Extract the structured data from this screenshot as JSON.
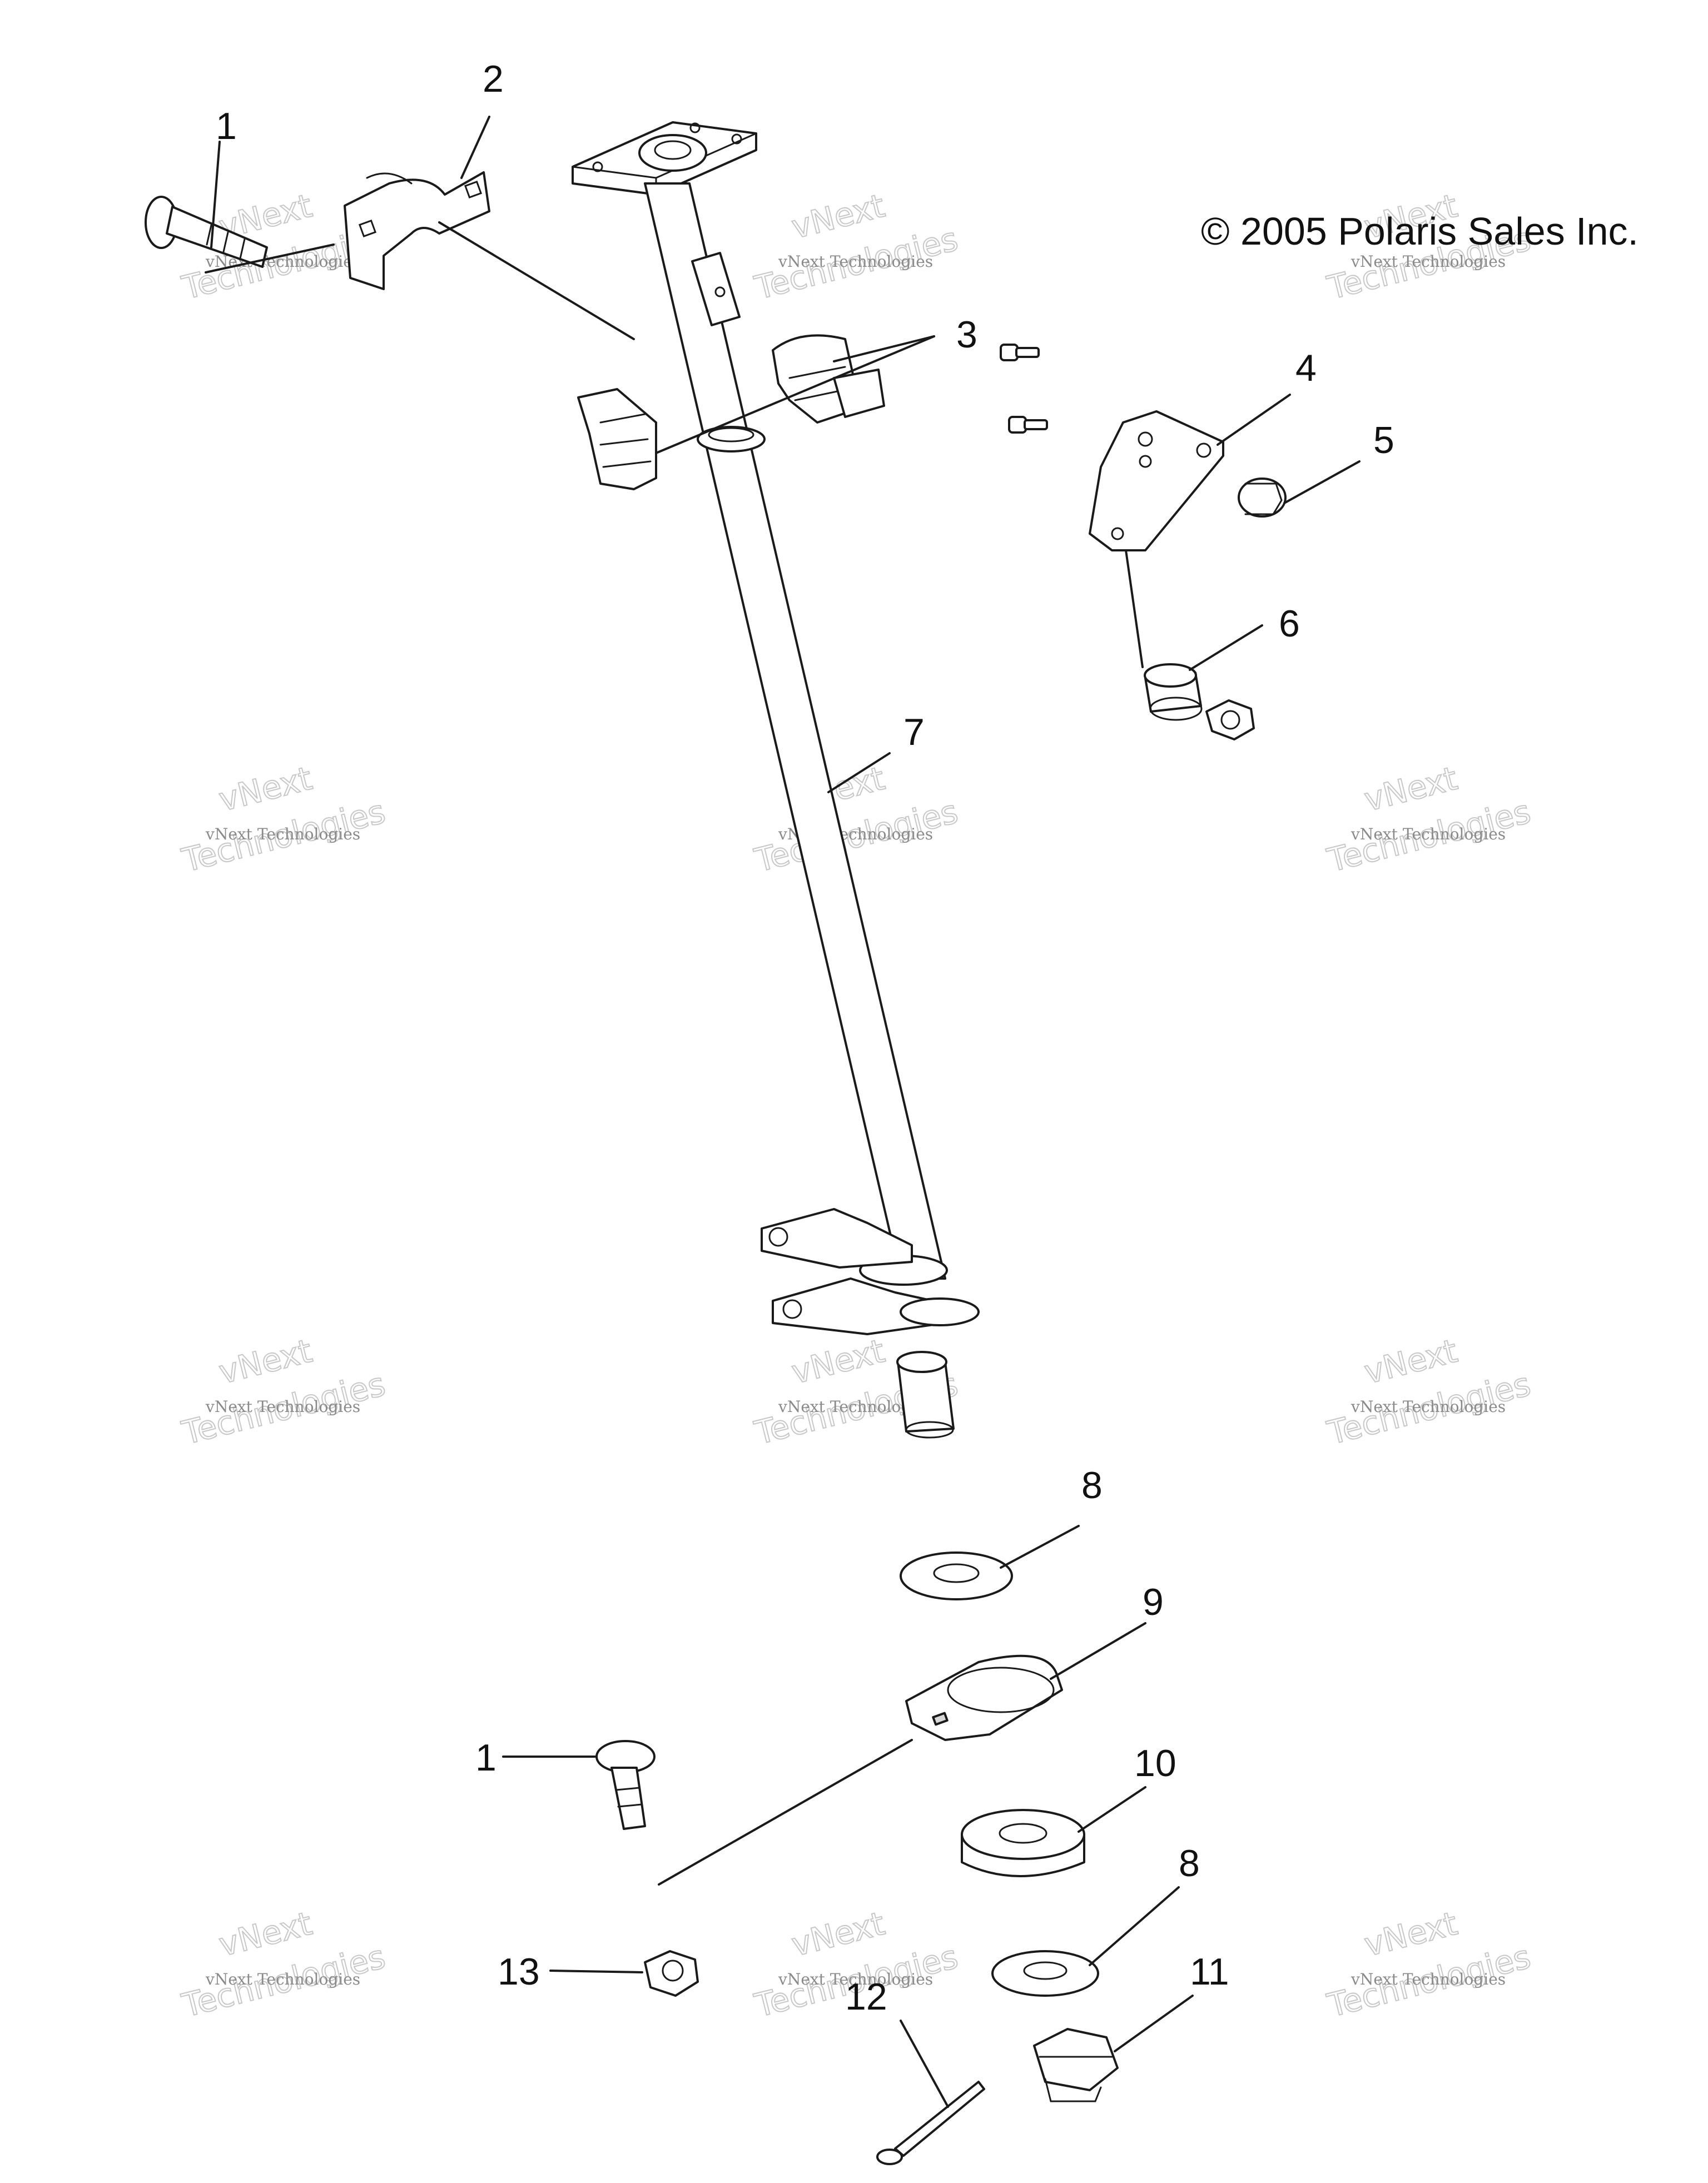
{
  "copyright": "© 2005 Polaris Sales Inc.",
  "watermark": {
    "line1": "vNext Technologies",
    "line2": "vNext",
    "line3": "Technologies"
  },
  "callouts": [
    {
      "id": "c1a",
      "label": "1"
    },
    {
      "id": "c2",
      "label": "2"
    },
    {
      "id": "c3",
      "label": "3"
    },
    {
      "id": "c4",
      "label": "4"
    },
    {
      "id": "c5",
      "label": "5"
    },
    {
      "id": "c6",
      "label": "6"
    },
    {
      "id": "c7",
      "label": "7"
    },
    {
      "id": "c8a",
      "label": "8"
    },
    {
      "id": "c9",
      "label": "9"
    },
    {
      "id": "c1b",
      "label": "1"
    },
    {
      "id": "c10",
      "label": "10"
    },
    {
      "id": "c8b",
      "label": "8"
    },
    {
      "id": "c13",
      "label": "13"
    },
    {
      "id": "c11",
      "label": "11"
    },
    {
      "id": "c12",
      "label": "12"
    }
  ]
}
